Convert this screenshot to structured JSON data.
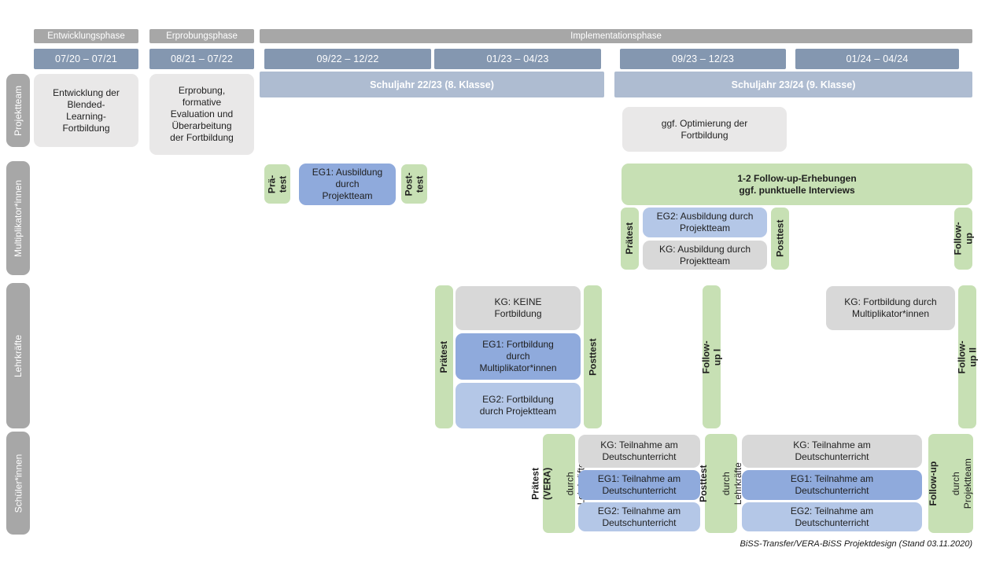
{
  "colors": {
    "phase-header": "#a7a7a7",
    "date-bar": "#8497b0",
    "schoolyear-bar": "#aebcd1",
    "row-label": "#a7a7a7",
    "box-lightgray": "#e9e8e8",
    "box-gray": "#d8d8d8",
    "box-green": "#c7e0b4",
    "box-blue": "#8faadc",
    "box-lightblue": "#b4c7e7",
    "text-dark": "#1f1f1f"
  },
  "header": {
    "phases": [
      {
        "label": "Entwicklungsphase"
      },
      {
        "label": "Erprobungsphase"
      },
      {
        "label": "Implementationsphase"
      }
    ],
    "dates": [
      "07/20 – 07/21",
      "08/21 – 07/22",
      "09/22 – 12/22",
      "01/23 – 04/23",
      "09/23 – 12/23",
      "01/24 – 04/24"
    ],
    "school_years": [
      "Schuljahr 22/23 (8. Klasse)",
      "Schuljahr 23/24 (9. Klasse)"
    ]
  },
  "rows": {
    "labels": [
      "Projektteam",
      "Multiplikator*innen",
      "Lehrkräfte",
      "Schüler*innen"
    ]
  },
  "projektteam": {
    "entwicklung": "Entwicklung der\nBlended-\nLearning-\nFortbildung",
    "erprobung": "Erprobung,\nformative\nEvaluation und\nÜberarbeitung\nder Fortbildung",
    "optimierung": "ggf. Optimierung der\nFortbildung"
  },
  "multiplikatoren": {
    "praetest_short": "Prä-\ntest",
    "eg1": "EG1: Ausbildung\ndurch\nProjektteam",
    "posttest_short": "Post-\ntest",
    "followup_erhebungen": "1-2 Follow-up-Erhebungen\nggf. punktuelle Interviews",
    "praetest": "Prätest",
    "eg2": "EG2: Ausbildung durch\nProjektteam",
    "kg": "KG: Ausbildung durch\nProjektteam",
    "posttest": "Posttest",
    "followup": "Follow-up"
  },
  "lehrkraefte": {
    "praetest": "Prätest",
    "kg_keine": "KG: KEINE\nFortbildung",
    "eg1": "EG1: Fortbildung\ndurch\nMultiplikator*innen",
    "eg2": "EG2: Fortbildung\ndurch Projektteam",
    "posttest": "Posttest",
    "followup1": "Follow-up I",
    "kg_fortbildung": "KG: Fortbildung durch\nMultiplikator*innen",
    "followup2": "Follow-up II"
  },
  "schueler": {
    "praetest_title": "Prätest (VERA)",
    "praetest_sub": "durch Lehrkräfte",
    "block1": {
      "kg": "KG: Teilnahme am\nDeutschunterricht",
      "eg1": "EG1: Teilnahme am\nDeutschunterricht",
      "eg2": "EG2: Teilnahme am\nDeutschunterricht"
    },
    "posttest_title": "Posttest",
    "posttest_sub": "durch Lehrkräfte",
    "block2": {
      "kg": "KG: Teilnahme am\nDeutschunterricht",
      "eg1": "EG1: Teilnahme am\nDeutschunterricht",
      "eg2": "EG2: Teilnahme am\nDeutschunterricht"
    },
    "followup_title": "Follow-up",
    "followup_sub": "durch\nProjektteam"
  },
  "footer": "BiSS-Transfer/VERA-BiSS Projektdesign (Stand 03.11.2020)"
}
